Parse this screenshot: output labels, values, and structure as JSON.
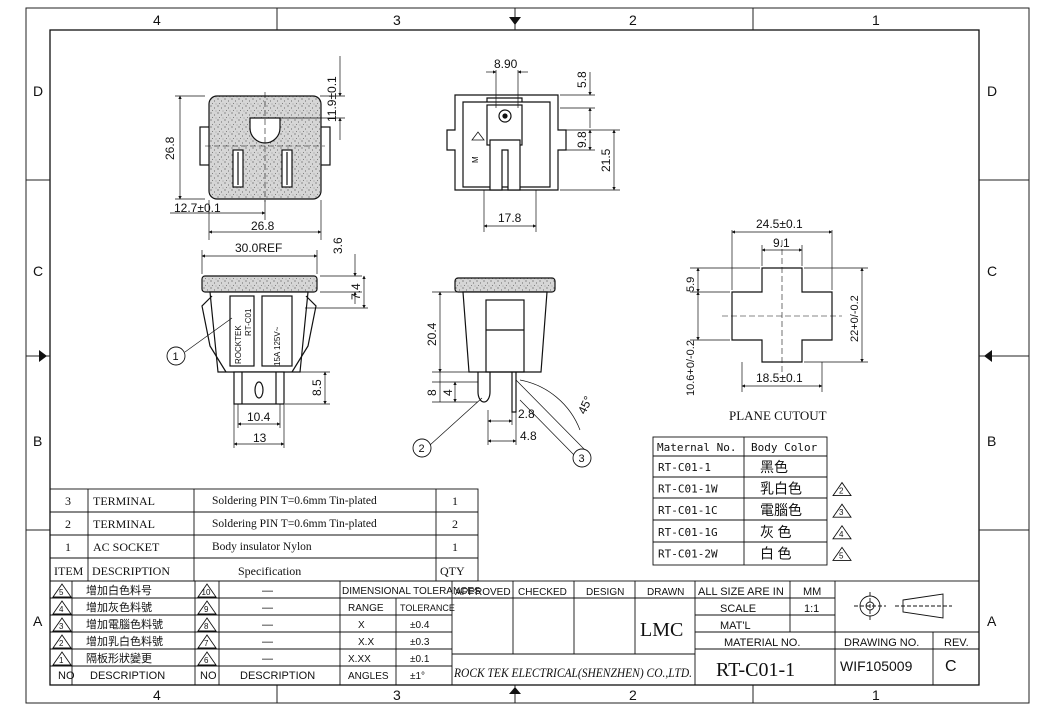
{
  "frame": {
    "top_zones": [
      "4",
      "3",
      "2",
      "1"
    ],
    "bottom_zones": [
      "4",
      "3",
      "2",
      "1"
    ],
    "left_rows": [
      "D",
      "C",
      "B",
      "A"
    ],
    "right_rows": [
      "D",
      "C",
      "B",
      "A"
    ]
  },
  "dims": {
    "top_11_9": "11.9±0.1",
    "top_26_8_v": "26.8",
    "top_12_7": "12.7±0.1",
    "top_26_8_h": "26.8",
    "side_8_90": "8.90",
    "side_5_8": "5.8",
    "side_9_8": "9.8",
    "side_21_5": "21.5",
    "side_17_8": "17.8",
    "front_30": "30.0REF",
    "front_3_6": "3.6",
    "front_7_4": "7.4",
    "front_8_5": "8.5",
    "front_10_4": "10.4",
    "front_13": "13",
    "prof_20_4": "20.4",
    "prof_8": "8",
    "prof_4": "4",
    "prof_2_8": "2.8",
    "prof_4_8": "4.8",
    "prof_45": "45°",
    "cut_24_5": "24.5±0.1",
    "cut_9_1": "9.1",
    "cut_5_9": "5.9",
    "cut_22": "22+0/-0.2",
    "cut_10_6": "10.6+0/-0.2",
    "cut_18_5": "18.5±0.1",
    "cutout_title": "PLANE CUTOUT"
  },
  "front_label": {
    "brand": "ROCKTEK",
    "model": "RT-C01",
    "rating": "15A 125V~"
  },
  "balloons": [
    "1",
    "2",
    "3"
  ],
  "color_table": {
    "headers": [
      "Maternal No.",
      "Body Color"
    ],
    "rows": [
      {
        "no": "RT-C01-1",
        "color": "黑色",
        "rev": ""
      },
      {
        "no": "RT-C01-1W",
        "color": "乳白色",
        "rev": "2"
      },
      {
        "no": "RT-C01-1C",
        "color": "電腦色",
        "rev": "3"
      },
      {
        "no": "RT-C01-1G",
        "color": "灰 色",
        "rev": "4"
      },
      {
        "no": "RT-C01-2W",
        "color": "白 色",
        "rev": "5"
      }
    ]
  },
  "bom": {
    "rows": [
      {
        "item": "3",
        "desc": "TERMINAL",
        "spec": "Soldering PIN T=0.6mm Tin-plated",
        "qty": "1"
      },
      {
        "item": "2",
        "desc": "TERMINAL",
        "spec": "Soldering PIN T=0.6mm Tin-plated",
        "qty": "2"
      },
      {
        "item": "1",
        "desc": "AC SOCKET",
        "spec": "Body insulator Nylon",
        "qty": "1"
      }
    ],
    "header": {
      "item": "ITEM",
      "desc": "DESCRIPTION",
      "spec": "Specification",
      "qty": "QTY"
    }
  },
  "revisions": {
    "rows": [
      {
        "no": "5",
        "desc": "增加白色料号"
      },
      {
        "no": "4",
        "desc": "增加灰色料號"
      },
      {
        "no": "3",
        "desc": "增加電腦色料號"
      },
      {
        "no": "2",
        "desc": "增加乳白色料號"
      },
      {
        "no": "1",
        "desc": "隔板形狀變更"
      }
    ],
    "header": {
      "no": "NO",
      "desc": "DESCRIPTION"
    }
  },
  "revisions2": {
    "rows": [
      {
        "no": "10",
        "desc": "—"
      },
      {
        "no": "9",
        "desc": "—"
      },
      {
        "no": "8",
        "desc": "—"
      },
      {
        "no": "7",
        "desc": "—"
      },
      {
        "no": "6",
        "desc": "—"
      }
    ],
    "header": {
      "no": "NO",
      "desc": "DESCRIPTION"
    }
  },
  "tolerances": {
    "title": "DIMENSIONAL TOLERANCES",
    "range_label": "RANGE",
    "tol_label": "TOLERANCE",
    "rows": [
      {
        "range": "X",
        "tol": "±0.4"
      },
      {
        "range": "X.X",
        "tol": "±0.3"
      },
      {
        "range": "X.XX",
        "tol": "±0.1"
      },
      {
        "range": "ANGLES",
        "tol": "±1°"
      }
    ]
  },
  "signoff": {
    "approved": "APPROVED",
    "checked": "CHECKED",
    "design": "DESIGN",
    "drawn": "DRAWN",
    "drawn_by": "LMC"
  },
  "company": "ROCK TEK ELECTRICAL(SHENZHEN) CO.,LTD.",
  "title_block": {
    "units_label": "ALL SIZE ARE IN",
    "units": "MM",
    "scale_label": "SCALE",
    "scale": "1:1",
    "material_label": "MAT'L",
    "material_no_label": "MATERIAL NO.",
    "material_no": "RT-C01-1",
    "drawing_no_label": "DRAWING NO.",
    "drawing_no": "WIF105009",
    "rev_label": "REV.",
    "rev": "C"
  }
}
